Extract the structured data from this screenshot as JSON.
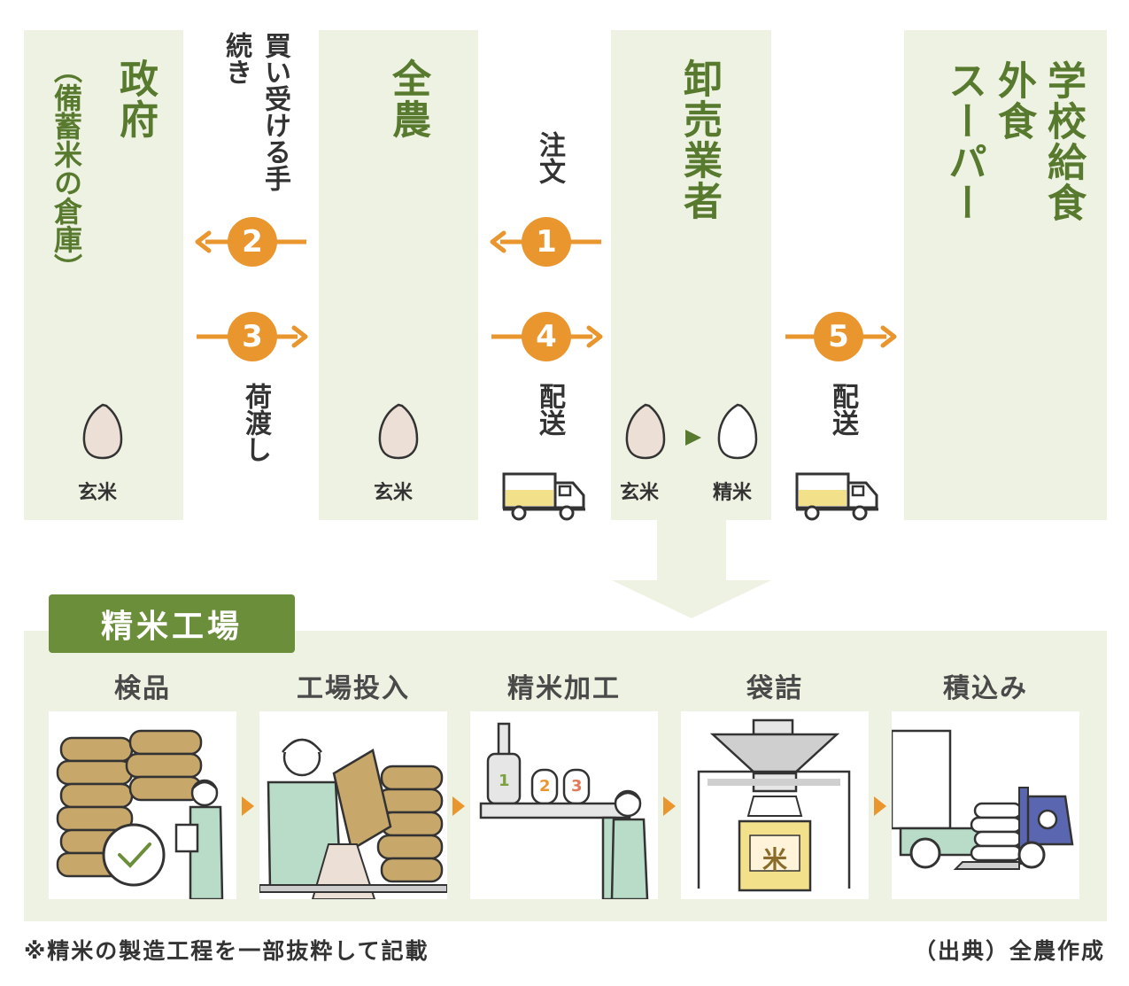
{
  "columns": {
    "government": {
      "title": "政府",
      "subtitle": "（備蓄米の倉庫）",
      "rice": "玄米"
    },
    "zennoh": {
      "title": "全農",
      "rice": "玄米"
    },
    "wholesaler": {
      "title": "卸売業者",
      "rice_brown": "玄米",
      "rice_polished": "精米"
    },
    "customers": {
      "line1": "学校給食",
      "line2": "外食",
      "line3": "スーパー"
    }
  },
  "steps": [
    {
      "number": "1",
      "label": "注文"
    },
    {
      "number": "2",
      "label": "買い受ける手続き"
    },
    {
      "number": "3",
      "label": "荷渡し"
    },
    {
      "number": "4",
      "label": "配送"
    },
    {
      "number": "5",
      "label": "配送"
    }
  ],
  "factory": {
    "title": "精米工場",
    "steps": [
      "検品",
      "工場投入",
      "精米加工",
      "袋詰",
      "積込み"
    ],
    "machine_numbers": [
      "1",
      "2",
      "3"
    ],
    "bag_text": "米"
  },
  "footer": {
    "note": "※精米の製造工程を一部抜粋して記載",
    "source": "（出典）全農作成"
  },
  "colors": {
    "accent": "#e9962e",
    "panel_bg": "#eef2e2",
    "title_green": "#587a2e",
    "factory_green": "#6b8e3b"
  }
}
